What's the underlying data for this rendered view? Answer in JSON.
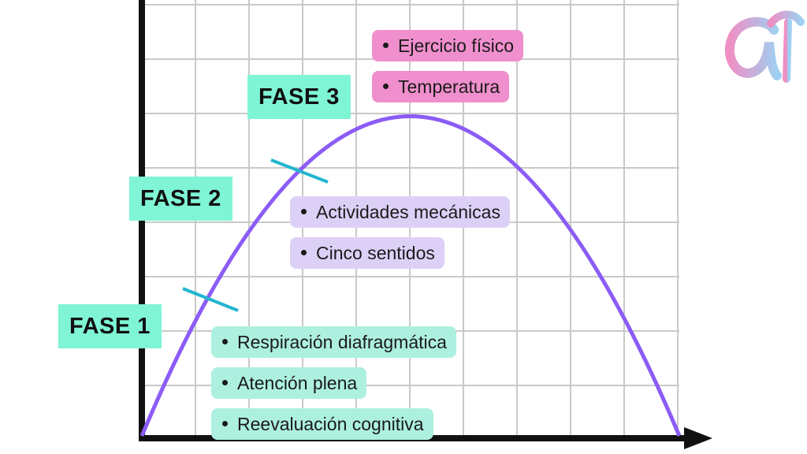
{
  "colors": {
    "grid": "#c9c9c9",
    "axis": "#111111",
    "curve": "#8b5cf6",
    "tick": "#22b5cf",
    "phase_bg": "#7ff5d6",
    "pill_phase1": "#adf0df",
    "pill_phase2": "#ddd0f7",
    "pill_phase3": "#f08fcd",
    "logo_pink": "#ef8fc4",
    "logo_blue": "#9fd0f2"
  },
  "phases": [
    {
      "label": "FASE 1",
      "items": [
        "Respiración diafragmática",
        "Atención plena",
        "Reevaluación cognitiva"
      ]
    },
    {
      "label": "FASE 2",
      "items": [
        "Actividades mecánicas",
        "Cinco sentidos"
      ]
    },
    {
      "label": "FASE 3",
      "items": [
        "Ejercicio físico",
        "Temperatura"
      ]
    }
  ],
  "logo": {
    "icon": "ar-monogram-icon"
  }
}
